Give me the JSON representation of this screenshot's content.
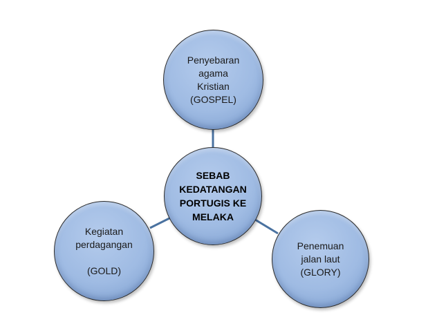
{
  "diagram": {
    "center": {
      "lines": [
        "SEBAB",
        "KEDATANGAN",
        "PORTUGIS KE",
        "MELAKA"
      ]
    },
    "top": {
      "lines": [
        "Penyebaran",
        "agama",
        "Kristian",
        "(GOSPEL)"
      ]
    },
    "left": {
      "lines": [
        "Kegiatan",
        "perdagangan",
        "",
        "(GOLD)"
      ]
    },
    "right": {
      "lines": [
        "Penemuan",
        "jalan laut",
        "(GLORY)"
      ]
    },
    "colors": {
      "link": "#4a72a0",
      "fill": "#9fbbe3"
    }
  }
}
